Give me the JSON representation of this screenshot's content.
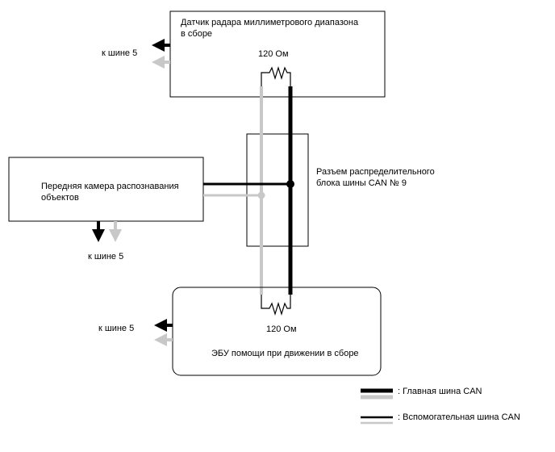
{
  "colors": {
    "main_bus": "#000000",
    "sub_bus": "#c8c8c8",
    "line": "#000000"
  },
  "radar_block": {
    "title_line1": "Датчик радара миллиметрового диапазона",
    "title_line2": "в сборе",
    "resistor_label": "120 Ом",
    "bus_label": "к шине 5"
  },
  "camera_block": {
    "title_line1": "Передняя камера распознавания",
    "title_line2": "объектов",
    "bus_label": "к шине 5"
  },
  "connector": {
    "label_line1": "Разъем распределительного",
    "label_line2": "блока шины CAN № 9"
  },
  "ecu_block": {
    "title": "ЭБУ помощи при движении в сборе",
    "resistor_label": "120 Ом",
    "bus_label": "к шине 5"
  },
  "legend": {
    "main_bus": ": Главная шина CAN",
    "sub_bus": ": Вспомогательная шина CAN"
  }
}
